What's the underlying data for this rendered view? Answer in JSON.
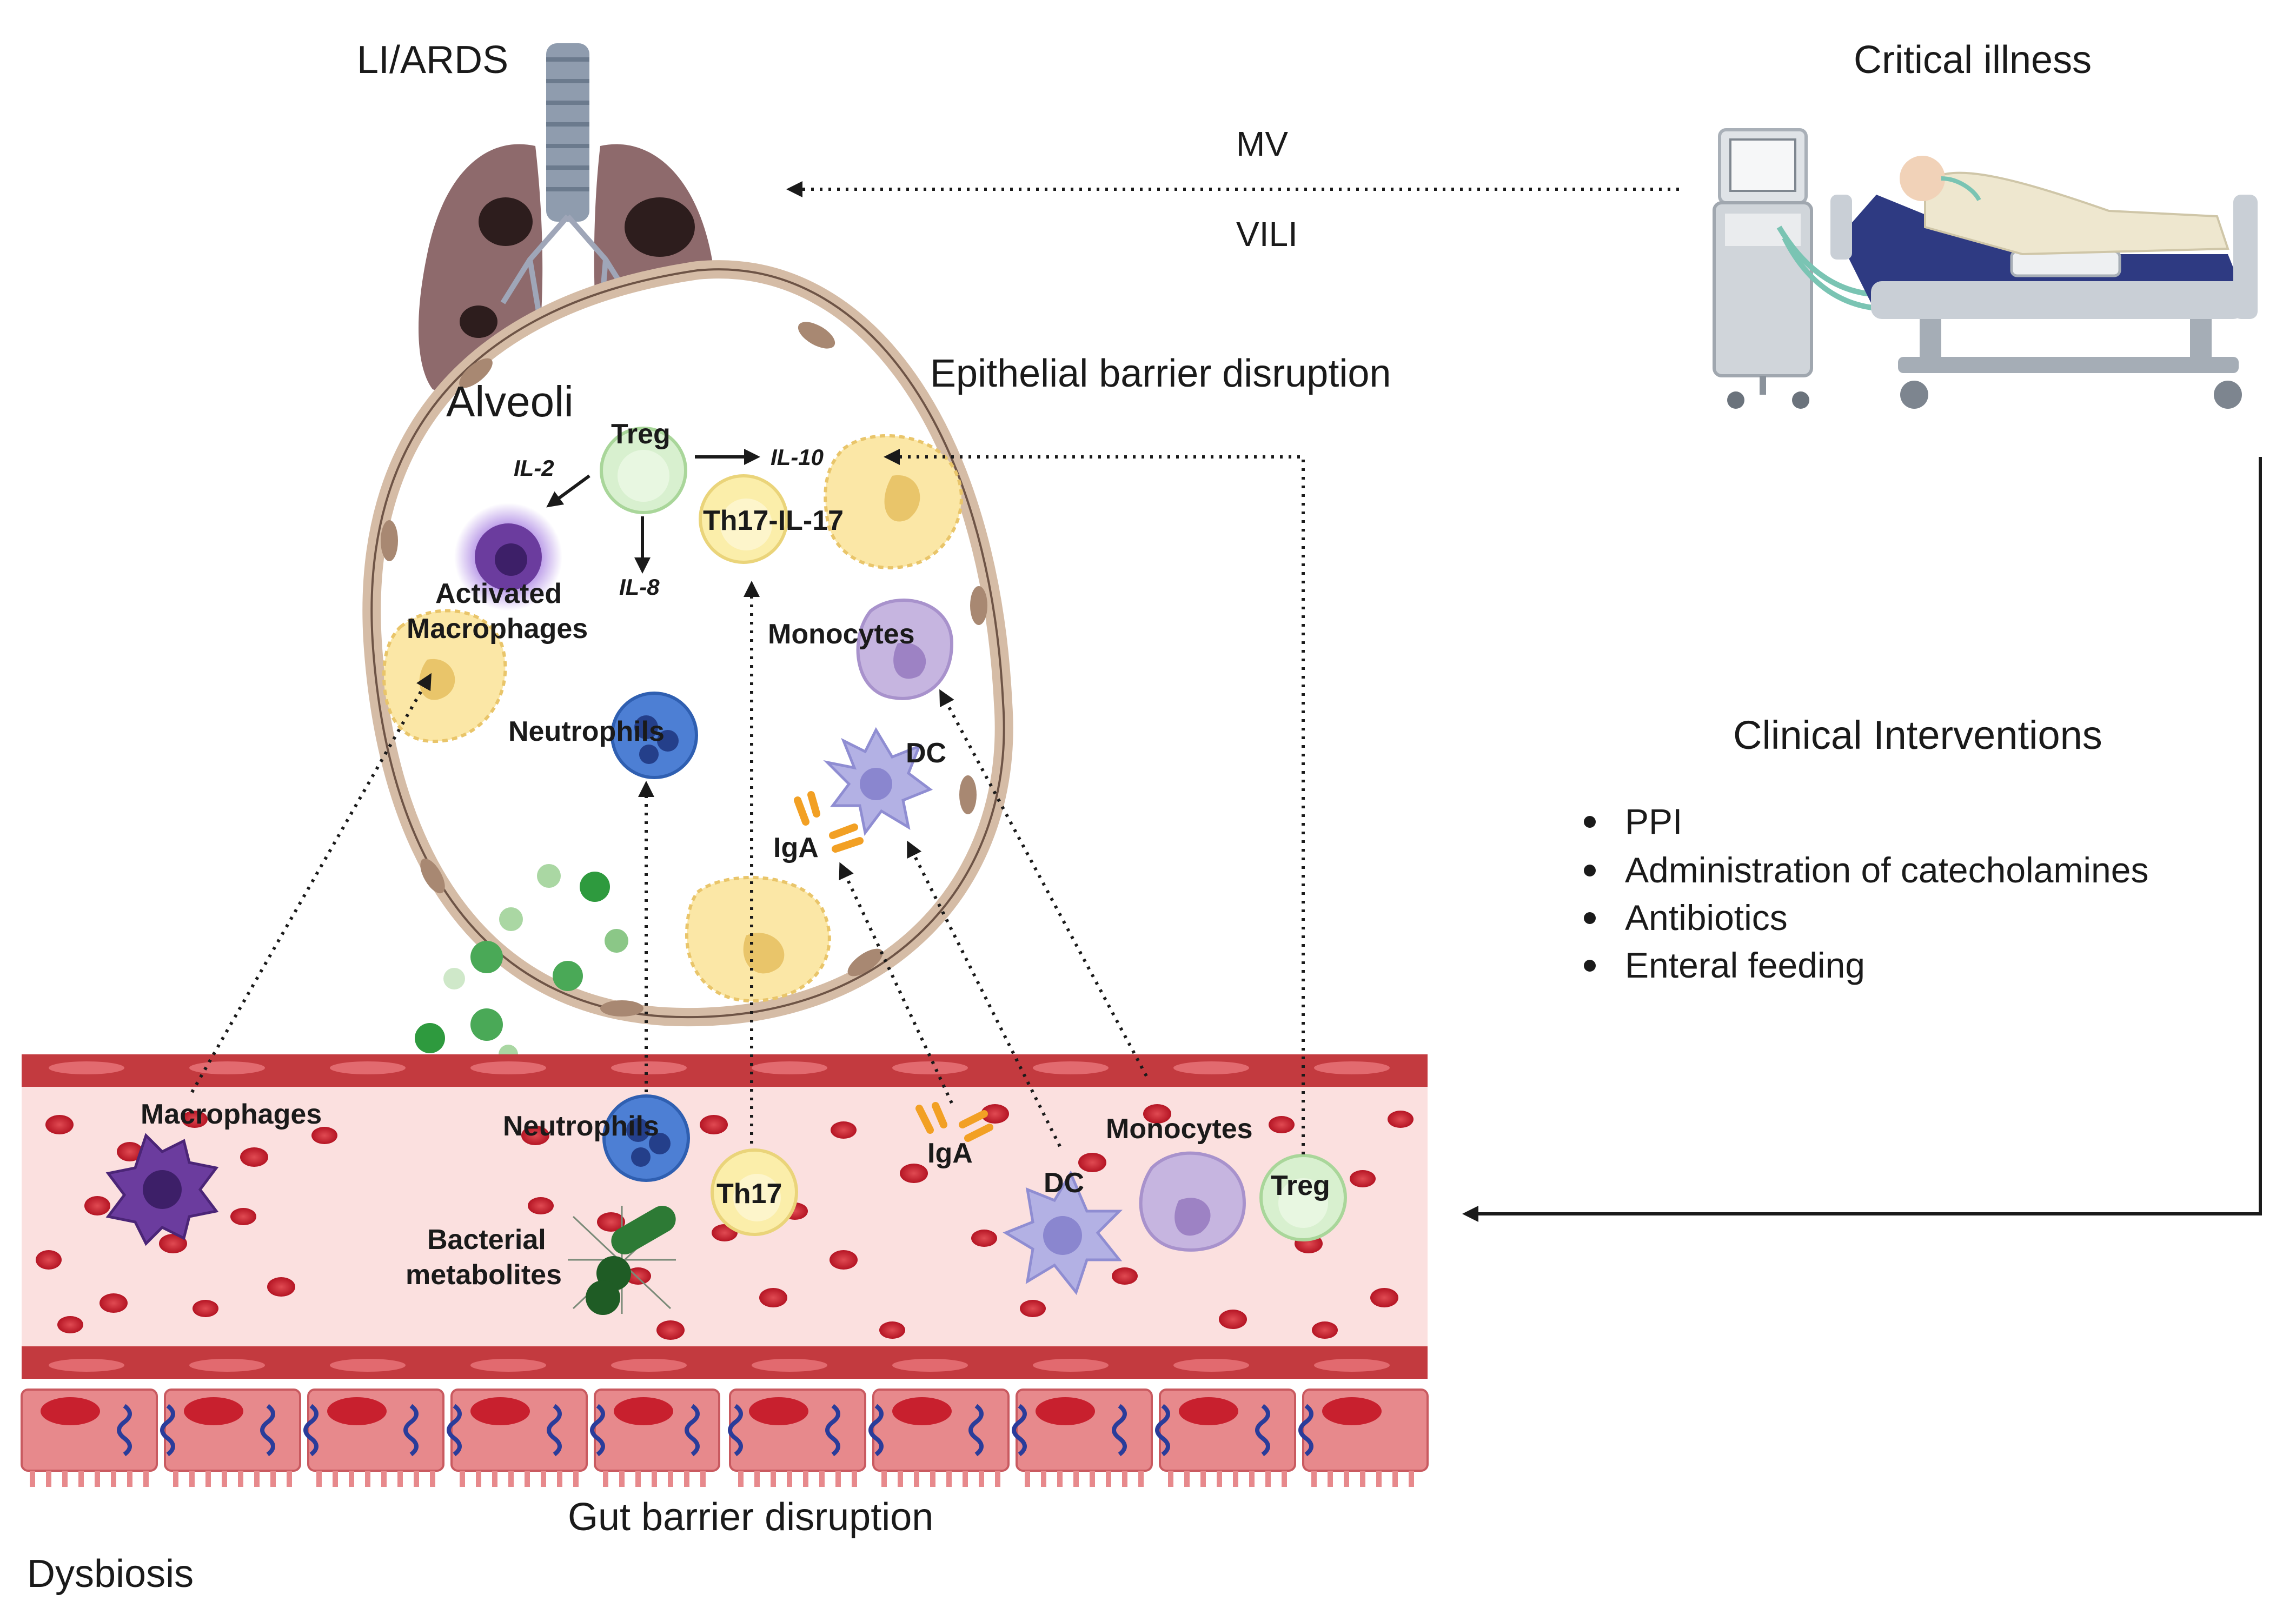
{
  "labels": {
    "li_ards": "LI/ARDS",
    "critical_illness": "Critical illness",
    "mv": "MV",
    "vili": "VILI",
    "epithelial": "Epithelial barrier disruption",
    "alveoli": "Alveoli",
    "treg_top": "Treg",
    "il2": "IL-2",
    "il10": "IL-10",
    "il8": "IL-8",
    "th17_il17": "Th17-IL-17",
    "activated_1": "Activated",
    "activated_2": "Macrophages",
    "monocytes_top": "Monocytes",
    "neutrophils_top": "Neutrophils",
    "dc_top": "DC",
    "iga_top": "IgA",
    "clinical_title": "Clinical Interventions",
    "macrophages_bottom": "Macrophages",
    "neutrophils_bottom": "Neutrophils",
    "th17_bottom": "Th17",
    "iga_bottom": "IgA",
    "dc_bottom": "DC",
    "monocytes_bottom": "Monocytes",
    "treg_bottom": "Treg",
    "bacterial_1": "Bacterial",
    "bacterial_2": "metabolites",
    "gut_barrier": "Gut barrier disruption",
    "dysbiosis": "Dysbiosis"
  },
  "interventions": [
    "PPI",
    "Administration of catecholamines",
    "Antibiotics",
    "Enteral feeding"
  ],
  "colors": {
    "vessel_bg": "#fbe0df",
    "endothelium": "#c33a3f",
    "rbc": "#c8202e",
    "alveolus_wall": "#d5bca6",
    "lung": "#8e6a6c",
    "treg": "#d8f0cf",
    "th17": "#fbeeaa",
    "neutrophil": "#4d7fd4",
    "monocyte": "#c6b5e0",
    "dc": "#b3b1e4",
    "macrophage": "#6b3c9e",
    "iga": "#f2a024",
    "bacteria": "#2d7a35",
    "metabolites": "#5ab15b"
  },
  "icons": [
    "lungs-icon",
    "ventilator-icon",
    "hospital-bed-icon",
    "patient-icon"
  ]
}
